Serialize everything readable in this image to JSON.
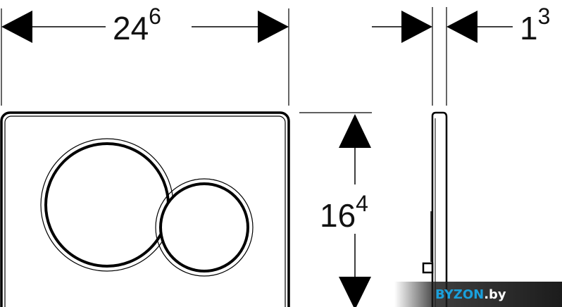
{
  "dimensions": {
    "width": {
      "base": "24",
      "sup": "6"
    },
    "height": {
      "base": "16",
      "sup": "4"
    },
    "depth": {
      "base": "1",
      "sup": "3"
    }
  },
  "watermark": {
    "brand": "BYZON",
    "suffix": ".by",
    "brand_color": "#1aa0dc",
    "suffix_color": "#ffffff",
    "badge_color": "#1c1c1c"
  }
}
